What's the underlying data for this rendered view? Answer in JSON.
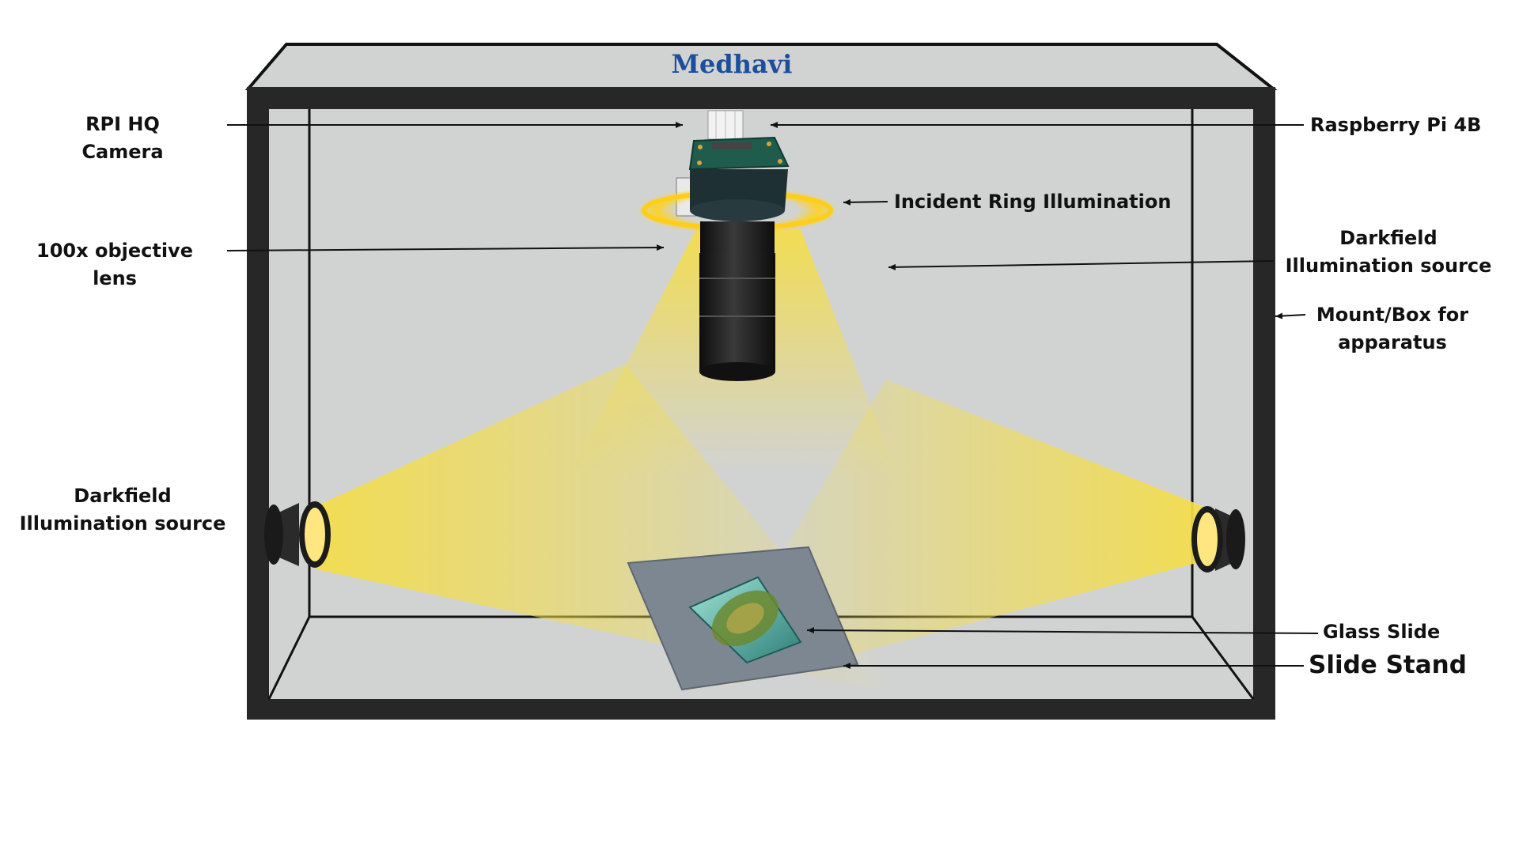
{
  "brand": {
    "name": "Medhavi",
    "color": "#1b4f9b"
  },
  "colors": {
    "box_frame": "#272727",
    "box_fill": "#d1d3d3",
    "light_beam": "#f3dd4b",
    "ring_glow": "#ffd21c"
  },
  "labels": {
    "rpi_camera": {
      "line1": "RPI HQ",
      "line2": "Camera"
    },
    "objective_lens": {
      "line1": "100x objective",
      "line2": "lens"
    },
    "darkfield_left": {
      "line1": "Darkfield",
      "line2": "Illumination source"
    },
    "raspberry_pi": {
      "line1": "Raspberry Pi 4B"
    },
    "ring_illumination": {
      "line1": "Incident Ring Illumination"
    },
    "darkfield_right": {
      "line1": "Darkfield",
      "line2": "Illumination source"
    },
    "mount_box": {
      "line1": "Mount/Box for",
      "line2": "apparatus"
    },
    "glass_slide": {
      "line1": "Glass Slide"
    },
    "slide_stand": {
      "line1": "Slide Stand"
    }
  },
  "icons": [
    "camera-board-icon",
    "objective-lens-icon",
    "ring-light-icon",
    "darkfield-light-icon",
    "glass-slide-icon",
    "slide-stand-icon"
  ]
}
